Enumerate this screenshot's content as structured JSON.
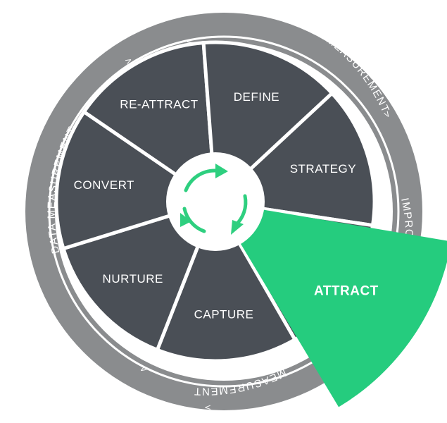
{
  "segments": [
    {
      "label": "RE-ATTRACT",
      "key": "re-attract"
    },
    {
      "label": "DEFINE",
      "key": "define"
    },
    {
      "label": "STRATEGY",
      "key": "strategy"
    },
    {
      "label": "ATTRACT",
      "key": "attract",
      "active": true
    },
    {
      "label": "CAPTURE",
      "key": "capture"
    },
    {
      "label": "NURTURE",
      "key": "nurture"
    },
    {
      "label": "CONVERT",
      "key": "convert"
    }
  ],
  "ring": {
    "improvement": "IMPROVEMENT",
    "improvement_short": "IMPRO",
    "data_measurement": "DATA MEASUREMENT",
    "data_measurement_partial": "MEASUREMENT",
    "chevron": ">"
  },
  "colors": {
    "ring": "#8a8c8e",
    "segment": "#4a4f56",
    "active": "#25cc7e",
    "divider": "#ffffff",
    "cycle": "#2ecf7f"
  },
  "icons": {
    "center": "cycle-arrows-icon"
  }
}
